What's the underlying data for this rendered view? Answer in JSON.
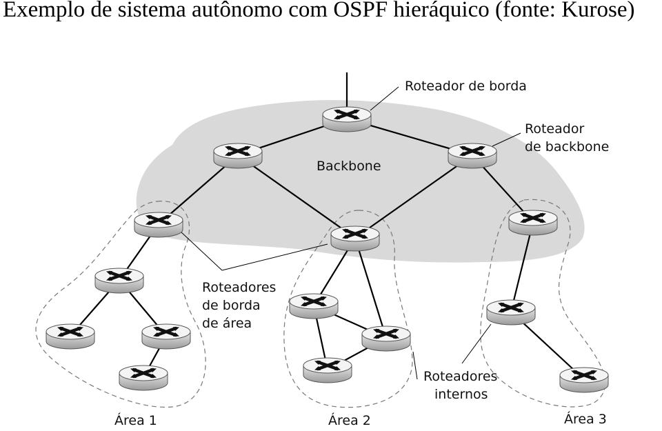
{
  "title": "Exemplo de sistema autônomo com OSPF hieráquico (fonte: Kurose)",
  "labels": {
    "backbone": "Backbone",
    "border_router": "Roteador de borda",
    "backbone_router": [
      "Roteador",
      "de backbone"
    ],
    "area_border_routers": [
      "Roteadores",
      "de borda",
      "de área"
    ],
    "internal_routers": [
      "Roteadores",
      "internos"
    ],
    "area1": "Área 1",
    "area2": "Área 2",
    "area3": "Área 3"
  },
  "colors": {
    "backbone_region": "#d9d9d9",
    "router_body": "#c8c8c8",
    "router_top": "#f2f2f2",
    "link": "#000000",
    "area_outline": "#777777"
  },
  "icons": {
    "router": "router-icon"
  }
}
